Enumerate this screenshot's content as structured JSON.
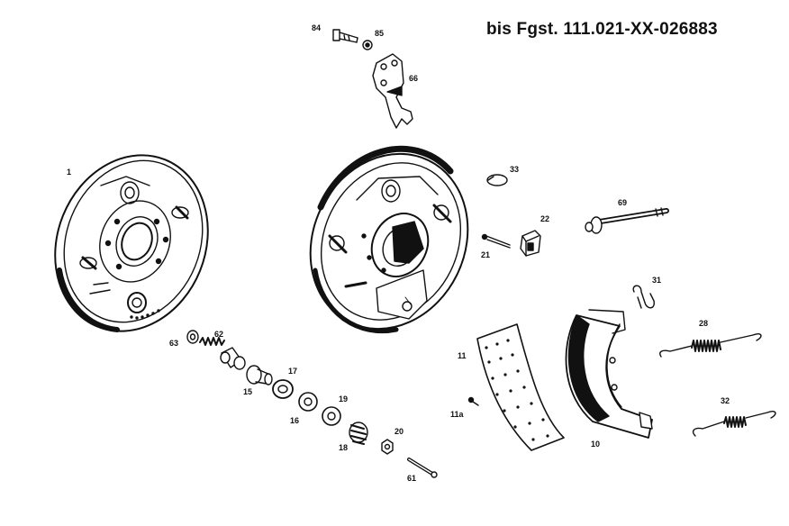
{
  "header": {
    "title": "bis Fgst. 111.021-XX-026883"
  },
  "parts": [
    {
      "key": "p84",
      "label": "84"
    },
    {
      "key": "p85",
      "label": "85"
    },
    {
      "key": "p66",
      "label": "66"
    },
    {
      "key": "p1",
      "label": "1"
    },
    {
      "key": "p33",
      "label": "33"
    },
    {
      "key": "p69",
      "label": "69"
    },
    {
      "key": "p22",
      "label": "22"
    },
    {
      "key": "p21",
      "label": "21"
    },
    {
      "key": "p31",
      "label": "31"
    },
    {
      "key": "p28",
      "label": "28"
    },
    {
      "key": "p63",
      "label": "63"
    },
    {
      "key": "p62",
      "label": "62"
    },
    {
      "key": "p15",
      "label": "15"
    },
    {
      "key": "p17",
      "label": "17"
    },
    {
      "key": "p16",
      "label": "16"
    },
    {
      "key": "p19",
      "label": "19"
    },
    {
      "key": "p18",
      "label": "18"
    },
    {
      "key": "p20",
      "label": "20"
    },
    {
      "key": "p61",
      "label": "61"
    },
    {
      "key": "p11",
      "label": "11"
    },
    {
      "key": "p11a",
      "label": "11a"
    },
    {
      "key": "p10",
      "label": "10"
    },
    {
      "key": "p32",
      "label": "32"
    }
  ]
}
